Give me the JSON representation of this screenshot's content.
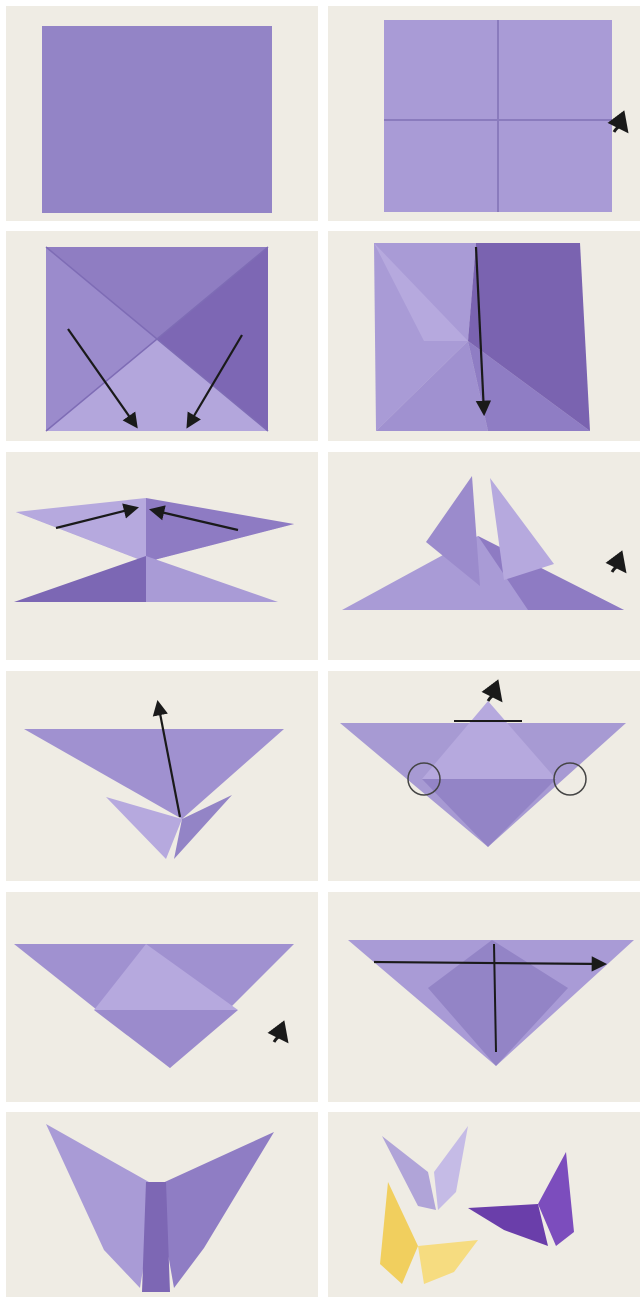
{
  "title": "",
  "colors": {
    "paper_light": "#a79ad3",
    "paper_mid": "#9384c6",
    "paper_dark": "#7b66b2",
    "paper_deep": "#6a4ea6",
    "background": "#ede9df",
    "yellow_butterfly": "#f1cf5e",
    "arrow": "#1a1a1a"
  },
  "steps": [
    {
      "name": "step-1-square-sheet",
      "icon": "none"
    },
    {
      "name": "step-2-creased-square",
      "icon": "flip-arrow-icon"
    },
    {
      "name": "step-3-diagonal-folds",
      "icon": "fold-arrow-icon"
    },
    {
      "name": "step-4-collapse",
      "icon": "fold-arrow-icon"
    },
    {
      "name": "step-5-waterbomb-base",
      "icon": "fold-arrow-icon"
    },
    {
      "name": "step-6-fold-points-up",
      "icon": "flip-arrow-icon"
    },
    {
      "name": "step-7-fold-tip-over",
      "icon": "fold-arrow-icon"
    },
    {
      "name": "step-8-squash-corners",
      "icon": "flip-arrow-icon"
    },
    {
      "name": "step-9-turn-over",
      "icon": "flip-arrow-icon"
    },
    {
      "name": "step-10-fold-in-half",
      "icon": "fold-arrow-icon"
    },
    {
      "name": "step-11-finished-butterfly",
      "icon": "none"
    },
    {
      "name": "step-12-butterfly-group",
      "icon": "none"
    }
  ]
}
